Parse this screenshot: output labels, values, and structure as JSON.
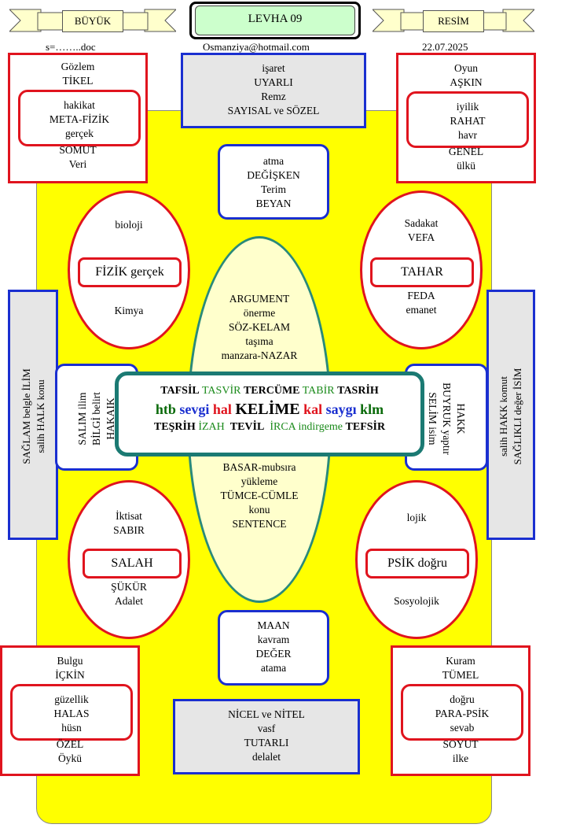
{
  "header": {
    "left_ribbon": "BÜYÜK",
    "title": "LEVHA 09",
    "right_ribbon": "RESİM",
    "file": "s=……..doc",
    "email": "Osmanziya@hotmail.com",
    "date": "22.07.2025"
  },
  "top_left": {
    "lines": [
      "Gözlem",
      "TİKEL"
    ],
    "inner": [
      "hakikat",
      "META-FİZİK",
      "gerçek"
    ],
    "bottom": [
      "SOMUT",
      "Veri"
    ]
  },
  "top_center": [
    "işaret",
    "UYARLI",
    "Remz",
    "SAYISAL ve SÖZEL"
  ],
  "top_right": {
    "lines": [
      "Oyun",
      "AŞKIN"
    ],
    "inner": [
      "iyilik",
      "RAHAT",
      "havr"
    ],
    "bottom": [
      "GENEL",
      "ülkü"
    ]
  },
  "upper_mid_box": [
    "atma",
    "DEĞİŞKEN",
    "Terim",
    "BEYAN"
  ],
  "ellipse_ul": {
    "top": "bioloji",
    "inner": "FİZİK gerçek",
    "bottom": "Kimya"
  },
  "ellipse_ur": {
    "top": [
      "Sadakat",
      "VEFA"
    ],
    "inner": "TAHAR",
    "bottom": [
      "FEDA",
      "emanet"
    ]
  },
  "center_upper": [
    "ARGUMENT",
    "önerme",
    "SÖZ-KELAM",
    "taşıma",
    "manzara-NAZAR"
  ],
  "center_lower": [
    "BASAR-mubsıra",
    "yükleme",
    "TÜMCE-CÜMLE",
    "konu",
    "SENTENCE"
  ],
  "left_side": [
    "SAĞLAM belgle İLİM",
    "salih HALK konu"
  ],
  "right_side": [
    "salih HAKK komut",
    "SAĞLIKLI değer İSİM"
  ],
  "left_inner": [
    "SALIM ilim",
    "BİLGİ belirt",
    "HAKAIK"
  ],
  "right_inner": [
    "HAKK",
    "BUYRUK yaptır",
    "SELİM isim"
  ],
  "kelime": {
    "row1": [
      {
        "text": "TAFSİL",
        "style": "bold"
      },
      {
        "text": "TASVİR",
        "style": "green"
      },
      {
        "text": "TERCÜME",
        "style": "bold"
      },
      {
        "text": "TABİR",
        "style": "green"
      },
      {
        "text": "TASRİH",
        "style": "bold"
      }
    ],
    "row2": [
      {
        "text": "htb",
        "style": "darkgreen"
      },
      {
        "text": "sevgi",
        "style": "blue"
      },
      {
        "text": "hal",
        "style": "red"
      },
      {
        "text": "KELİME",
        "style": "black"
      },
      {
        "text": "kal",
        "style": "red"
      },
      {
        "text": "saygı",
        "style": "blue"
      },
      {
        "text": "klm",
        "style": "darkgreen"
      }
    ],
    "row3": [
      {
        "text": "TEŞRİH",
        "style": "bold"
      },
      {
        "text": "İZAH",
        "style": "green"
      },
      {
        "text": "TEVİL",
        "style": "bold"
      },
      {
        "text": "İRCA",
        "style": "green"
      },
      {
        "text": "indirgeme",
        "style": "green"
      },
      {
        "text": "TEFSİR",
        "style": "bold"
      }
    ]
  },
  "ellipse_ll": {
    "top": [
      "İktisat",
      "SABIR"
    ],
    "inner": "SALAH",
    "bottom": [
      "ŞÜKÜR",
      "Adalet"
    ]
  },
  "ellipse_lr": {
    "top": "lojik",
    "inner": "PSİK doğru",
    "bottom": "Sosyolojik"
  },
  "lower_mid_box": [
    "MAAN",
    "kavram",
    "DEĞER",
    "atama"
  ],
  "bottom_left": {
    "lines": [
      "Bulgu",
      "İÇKİN"
    ],
    "inner": [
      "güzellik",
      "HALAS",
      "hüsn"
    ],
    "bottom": [
      "ÖZEL",
      "Öykü"
    ]
  },
  "bottom_center": [
    "NİCEL ve NİTEL",
    "vasf",
    "TUTARLI",
    "delalet"
  ],
  "bottom_right": {
    "lines": [
      "Kuram",
      "TÜMEL"
    ],
    "inner": [
      "doğru",
      "PARA-PSİK",
      "sevab"
    ],
    "bottom": [
      "SOYUT",
      "ilke"
    ]
  }
}
